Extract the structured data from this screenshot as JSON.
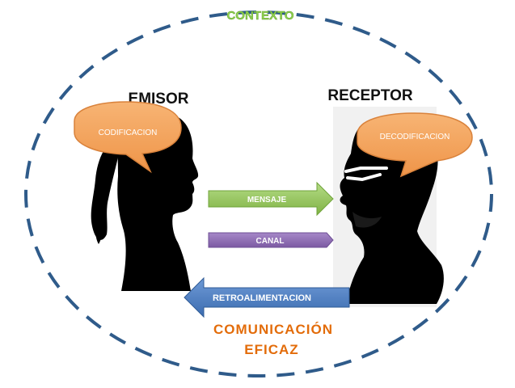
{
  "context": {
    "label": "CONTEXTO",
    "color": "#8fd14f"
  },
  "emisor": {
    "label": "EMISOR",
    "bubble": "CODIFICACION"
  },
  "receptor": {
    "label": "RECEPTOR",
    "bubble": "DECODIFICACION"
  },
  "arrows": {
    "mensaje": {
      "label": "MENSAJE",
      "color": "#8cc152"
    },
    "canal": {
      "label": "CANAL",
      "color": "#8e6bb1"
    },
    "retroalimentacion": {
      "label": "RETROALIMENTACION",
      "color": "#4a7fc1"
    }
  },
  "result": {
    "line1": "COMUNICACIÓN",
    "line2": "EFICAZ",
    "color": "#e36c0a"
  },
  "colors": {
    "ellipse": "#2f5b8a",
    "bubble": "#f4a460",
    "bubble_stroke": "#d9823b",
    "silhouette": "#000000"
  },
  "icons": {
    "emisor": "woman-profile-silhouette-icon",
    "receptor": "man-glasses-profile-silhouette-icon"
  }
}
